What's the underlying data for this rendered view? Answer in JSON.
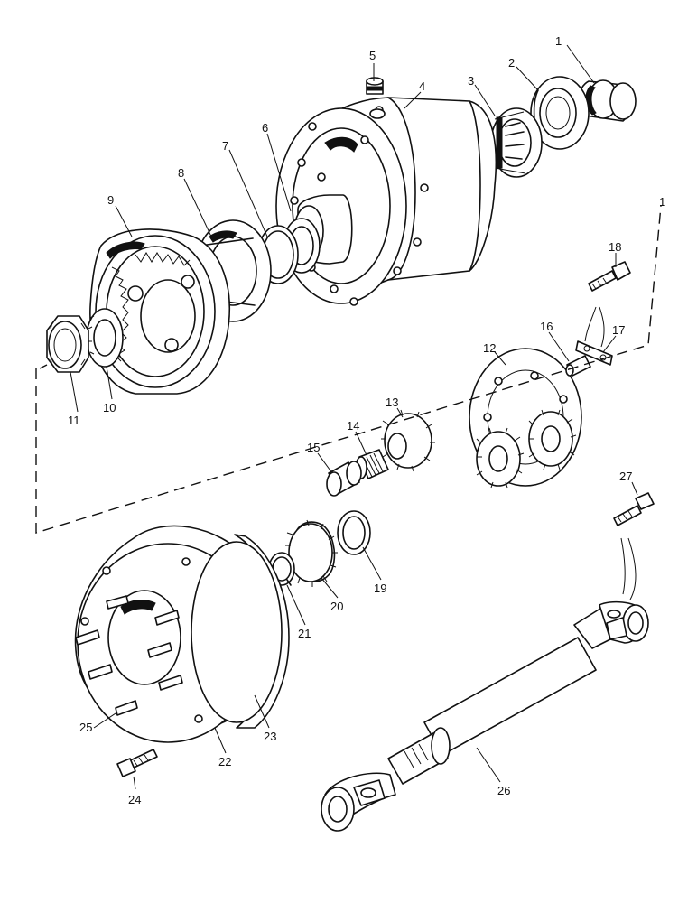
{
  "callouts": {
    "n1": "1",
    "n2": "2",
    "n3": "3",
    "n4": "4",
    "n5": "5",
    "n6": "6",
    "n7": "7",
    "n8": "8",
    "n9": "9",
    "n10": "10",
    "n11": "11",
    "n12": "12",
    "n13": "13",
    "n14": "14",
    "n15": "15",
    "n16": "16",
    "n17": "17",
    "n18": "18",
    "n19": "19",
    "n20": "20",
    "n21": "21",
    "n22": "22",
    "n23": "23",
    "n24": "24",
    "n25": "25",
    "n26": "26",
    "n27": "27",
    "box_ref": "1"
  }
}
